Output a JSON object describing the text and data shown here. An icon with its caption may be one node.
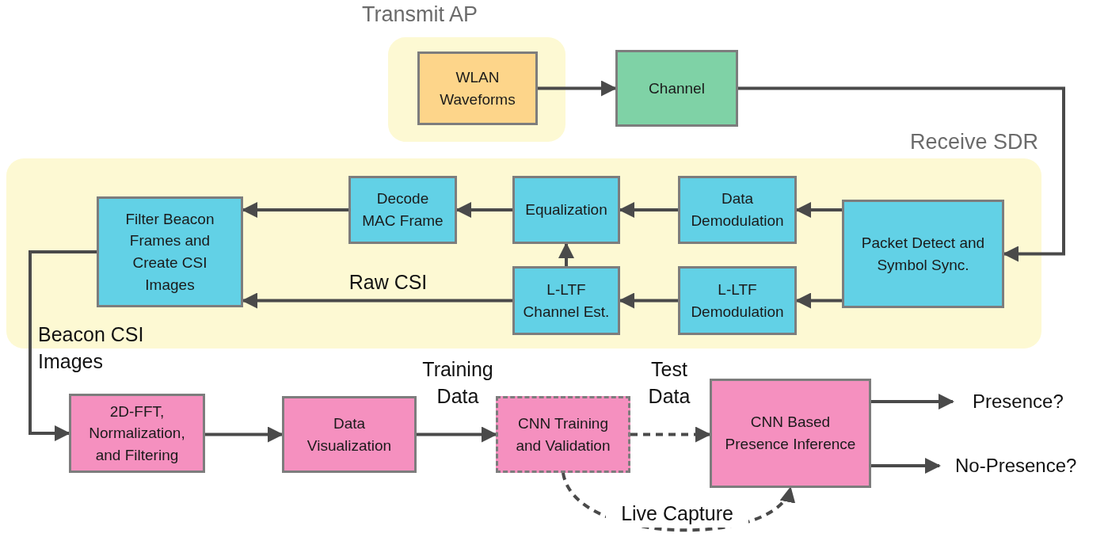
{
  "diagram": {
    "nodes": [
      {
        "text": [
          "Transmit AP"
        ]
      },
      {
        "text": [
          "WLAN Waveforms"
        ],
        "in": 0
      },
      {
        "text": [
          "Channel"
        ]
      },
      {
        "text": [
          "Receive SDR"
        ]
      },
      {
        "text": [
          "Filter Beacon Frames and Create CSI Images"
        ],
        "in": 3
      },
      {
        "text": [
          "Decode MAC Frame"
        ],
        "in": 3
      },
      {
        "text": [
          "Equalization"
        ],
        "in": 3
      },
      {
        "text": [
          "Data Demodulation"
        ],
        "in": 3
      },
      {
        "text": [
          "Packet Detect and Symbol Sync."
        ],
        "in": 3
      },
      {
        "text": [
          "L-LTF Channel Est."
        ],
        "in": 3
      },
      {
        "text": [
          "L-LTF Demodulation"
        ],
        "in": 3
      },
      {
        "text": [
          "2D-FFT, Normalization, and Filtering"
        ]
      },
      {
        "text": [
          "Data Visualization"
        ]
      },
      {
        "text": [
          "CNN Training and Validation"
        ]
      },
      {
        "text": [
          "CNN Based Presence Inference"
        ]
      },
      {
        "text": [
          "Presence?"
        ]
      },
      {
        "text": [
          "No-Presence?"
        ]
      }
    ],
    "edges": [
      {
        "from": 1,
        "to": 2,
        "arrow": "to"
      },
      {
        "from": 2,
        "to": 8,
        "arrow": "to"
      },
      {
        "from": 8,
        "to": 7,
        "arrow": "to"
      },
      {
        "from": 7,
        "to": 6,
        "arrow": "to"
      },
      {
        "from": 6,
        "to": 5,
        "arrow": "to"
      },
      {
        "from": 5,
        "to": 4,
        "arrow": "to"
      },
      {
        "from": 8,
        "to": 10,
        "arrow": "to"
      },
      {
        "from": 10,
        "to": 9,
        "arrow": "to"
      },
      {
        "from": 9,
        "to": 6,
        "arrow": "to"
      },
      {
        "from": 9,
        "to": 4,
        "arrow": "to",
        "label": "Raw CSI"
      },
      {
        "from": 4,
        "to": 11,
        "arrow": "to",
        "label": "Beacon CSI Images"
      },
      {
        "from": 11,
        "to": 12,
        "arrow": "to"
      },
      {
        "from": 12,
        "to": 13,
        "arrow": "to",
        "label": "Training Data"
      },
      {
        "from": 13,
        "to": 14,
        "arrow": "to",
        "label": "Test Data",
        "style": "dashed"
      },
      {
        "from": 13,
        "to": 14,
        "arrow": "to",
        "label": "Live Capture",
        "style": "dashed"
      },
      {
        "from": 14,
        "to": 15,
        "arrow": "to"
      },
      {
        "from": 14,
        "to": 16,
        "arrow": "to"
      }
    ]
  }
}
